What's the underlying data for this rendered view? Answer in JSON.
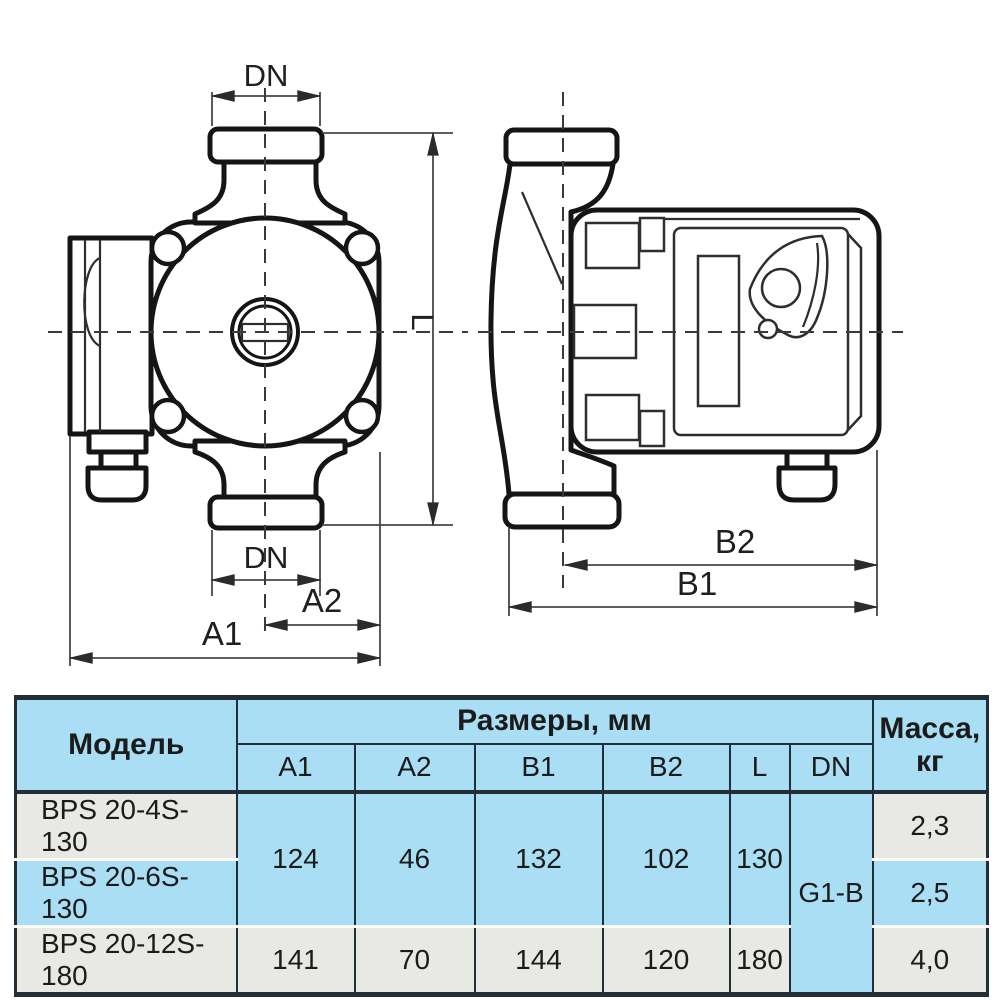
{
  "labels": {
    "dn_top": "DN",
    "dn_bottom": "DN",
    "l": "L",
    "a1": "A1",
    "a2": "A2",
    "b1": "B1",
    "b2": "B2"
  },
  "table": {
    "header": {
      "model": "Модель",
      "dimensions_group": "Размеры, мм",
      "mass_line1": "Масса,",
      "mass_line2": "кг",
      "columns": [
        "A1",
        "A2",
        "B1",
        "B2",
        "L",
        "DN"
      ]
    },
    "rows": [
      {
        "model": "BPS 20-4S-130",
        "a1": "124",
        "a2": "46",
        "b1": "132",
        "b2": "102",
        "l": "130",
        "dn": "G1-B",
        "mass": "2,3"
      },
      {
        "model": "BPS 20-6S-130",
        "mass": "2,5"
      },
      {
        "model": "BPS 20-12S-180",
        "a1": "141",
        "a2": "70",
        "b1": "144",
        "b2": "120",
        "l": "180",
        "mass": "4,0"
      }
    ]
  },
  "colors": {
    "header_blue": "#a9def4",
    "row_gray": "#e8e8e5",
    "border_dark": "#232f38"
  }
}
